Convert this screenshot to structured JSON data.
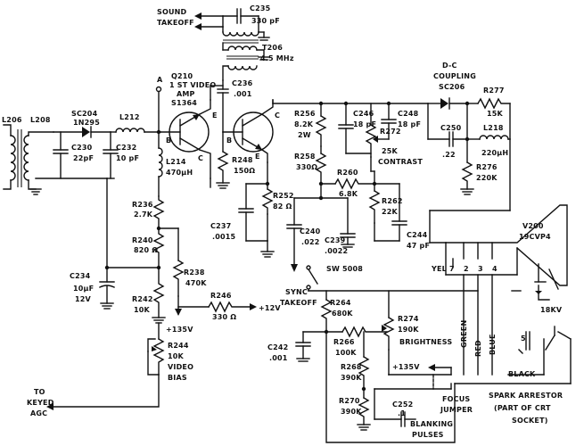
{
  "schematic": {
    "labels": {
      "sound_takeoff_1": "SOUND",
      "sound_takeoff_2": "TAKEOFF",
      "c235_ref": "C235",
      "c235_val": "330 pF",
      "t206_ref": "T206",
      "t206_val": "4.5 MHz",
      "q210_ref": "Q210",
      "q210_desc1": "1 ST VIDEO",
      "q210_desc2": "AMP",
      "q210_type": "S1364",
      "node_a": "A",
      "c236_ref": "C236",
      "c236_val": ".001",
      "l206": "L206",
      "l208": "L208",
      "sc204_ref": "SC204",
      "sc204_type": "1N295",
      "l212": "L212",
      "c230_ref": "C230",
      "c230_val": "22pF",
      "c232_ref": "C232",
      "c232_val": "10 pF",
      "l214_ref": "L214",
      "l214_val": "470μH",
      "q210_b": "B",
      "q210_e": "E",
      "q210_c": "C",
      "q2_b": "B",
      "q2_e": "E",
      "q2_c": "C",
      "r248_ref": "R248",
      "r248_val": "150Ω",
      "r252_ref": "R252",
      "r252_val": "82 Ω",
      "c237_ref": "C237",
      "c237_val": ".0015",
      "r236_ref": "R236",
      "r236_val": "2.7K",
      "r240_ref": "R240",
      "r240_val": "820 Ω",
      "r238_ref": "R238",
      "r238_val": "470K",
      "c234_ref": "C234",
      "c234_val1": "10μF",
      "c234_val2": "12V",
      "r242_ref": "R242",
      "r242_val": "10K",
      "r246_ref": "R246",
      "r246_val": "330 Ω",
      "plus12v": "+12V",
      "plus135v_a": "+135V",
      "r244_ref": "R244",
      "r244_val": "10K",
      "video_bias_1": "VIDEO",
      "video_bias_2": "BIAS",
      "to_keyed_agc_1": "TO",
      "to_keyed_agc_2": "KEYED",
      "to_keyed_agc_3": "AGC",
      "r256_ref": "R256",
      "r256_val1": "8.2K",
      "r256_val2": "2W",
      "c246_ref": "C246",
      "c246_val": "18 pF",
      "c248_ref": "C248",
      "c248_val": "18 pF",
      "r272_ref": "R272",
      "r272_val": "25K",
      "contrast": "CONTRAST",
      "r258_ref": "R258",
      "r258_val": "330Ω",
      "r260_ref": "R260",
      "r260_val": "6.8K",
      "r262_ref": "R262",
      "r262_val": "22K",
      "c240_ref": "C240",
      "c240_val": ".022",
      "c239_ref": "C239",
      "c239_val": ".0022",
      "c244_ref": "C244",
      "c244_val": "47 pF",
      "sw5008": "SW 5008",
      "sync_takeoff_1": "SYNC",
      "sync_takeoff_2": "TAKEOFF",
      "dc_coupling_1": "D-C",
      "dc_coupling_2": "COUPLING",
      "sc206": "SC206",
      "r277_ref": "R277",
      "r277_val": "15K",
      "c250_ref": "C250",
      "c250_val": ".22",
      "l218_ref": "L218",
      "l218_val": "220μH",
      "r276_ref": "R276",
      "r276_val": "220K",
      "v200_ref": "V200",
      "v200_type": "19CVP4",
      "yel7": "YEL 7",
      "pin2": "2",
      "pin3": "3",
      "pin4": "4",
      "hv": "18KV",
      "r264_ref": "R264",
      "r264_val": "680K",
      "r274_ref": "R274",
      "r274_val": "190K",
      "brightness": "BRIGHTNESS",
      "r266_ref": "R266",
      "r266_val": "100K",
      "r268_ref": "R268",
      "r268_val": "390K",
      "r270_ref": "R270",
      "r270_val": "390K",
      "c242_ref": "C242",
      "c242_val": ".001",
      "plus135v_b": "+135V",
      "c252_ref": "C252",
      "c252_val": ".1",
      "blanking_1": "BLANKING",
      "blanking_2": "PULSES",
      "focus_1": "FOCUS",
      "focus_2": "JUMPER",
      "green": "GREEN",
      "red": "RED",
      "blue": "BLUE",
      "black": "BLACK",
      "pin5": "5",
      "spark_1": "SPARK ARRESTOR",
      "spark_2": "(PART OF CRT",
      "spark_3": "SOCKET)"
    }
  }
}
